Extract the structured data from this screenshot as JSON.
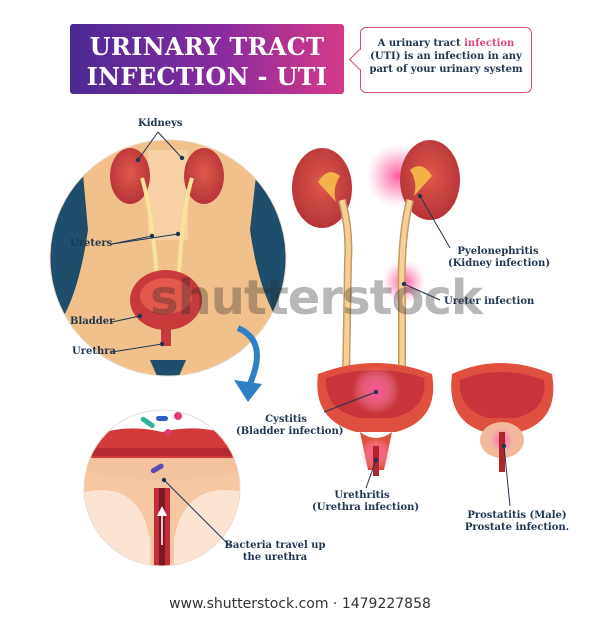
{
  "title": {
    "line1": "URINARY TRACT",
    "line2": "INFECTION - UTI"
  },
  "definition": {
    "prefix": "A urinary tract ",
    "highlight": "infection",
    "suffix": " (UTI) is an infection in any part of your urinary system"
  },
  "labels": {
    "kidneys": "Kidneys",
    "ureters": "Ureters",
    "bladder": "Bladder",
    "urethra": "Urethra",
    "bacteria": [
      "Bacteria travel up",
      "the urethra"
    ],
    "pyelonephritis": [
      "Pyelonephritis",
      "(Kidney infection)"
    ],
    "ureter_infection": "Ureter infection",
    "cystitis": [
      "Cystitis",
      "(Bladder infection)"
    ],
    "urethritis": [
      "Urethritis",
      "(Urethra infection)"
    ],
    "prostatitis": [
      "Prostatitis (Male)",
      "Prostate infection."
    ]
  },
  "watermark": "shutterstock",
  "footer": "www.shutterstock.com · 1479227858",
  "colors": {
    "skin": "#f2c08a",
    "background_circle": "#1e4e6b",
    "kidney": "#c63a3a",
    "infection": "#e8357a",
    "arrow": "#2f7fc4",
    "label": "#1f3550"
  }
}
